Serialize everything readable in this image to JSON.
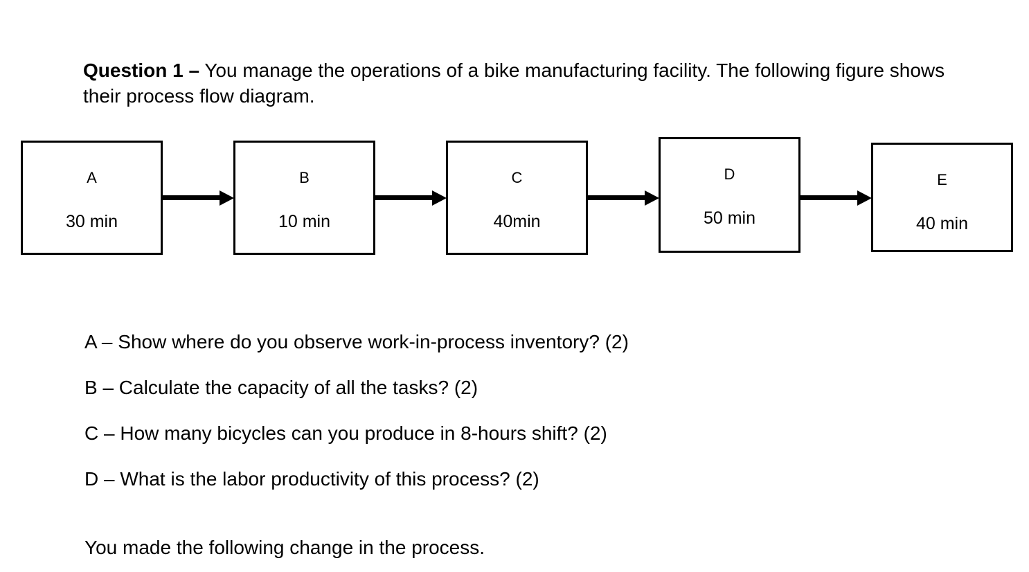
{
  "header": {
    "bold_label": "Question 1 –",
    "rest": " You manage the operations of a bike manufacturing facility. The following figure shows their process flow diagram."
  },
  "diagram": {
    "connector_icon": "arrow-right",
    "boxes": [
      {
        "label": "A",
        "time": "30 min"
      },
      {
        "label": "B",
        "time": "10 min"
      },
      {
        "label": "C",
        "time": "40min"
      },
      {
        "label": "D",
        "time": "50 min"
      },
      {
        "label": "E",
        "time": "40 min"
      }
    ]
  },
  "questions": [
    {
      "text": "A – Show where do you observe work-in-process inventory? (2)"
    },
    {
      "text": "B – Calculate the capacity of all the tasks? (2)"
    },
    {
      "text": "C – How many bicycles can you produce in 8-hours shift? (2)"
    },
    {
      "text": "D – What is the labor productivity of this process? (2)"
    }
  ],
  "footer": {
    "text": "You made the following change in the process."
  },
  "colors": {
    "ink": "#000000",
    "background": "#ffffff"
  }
}
